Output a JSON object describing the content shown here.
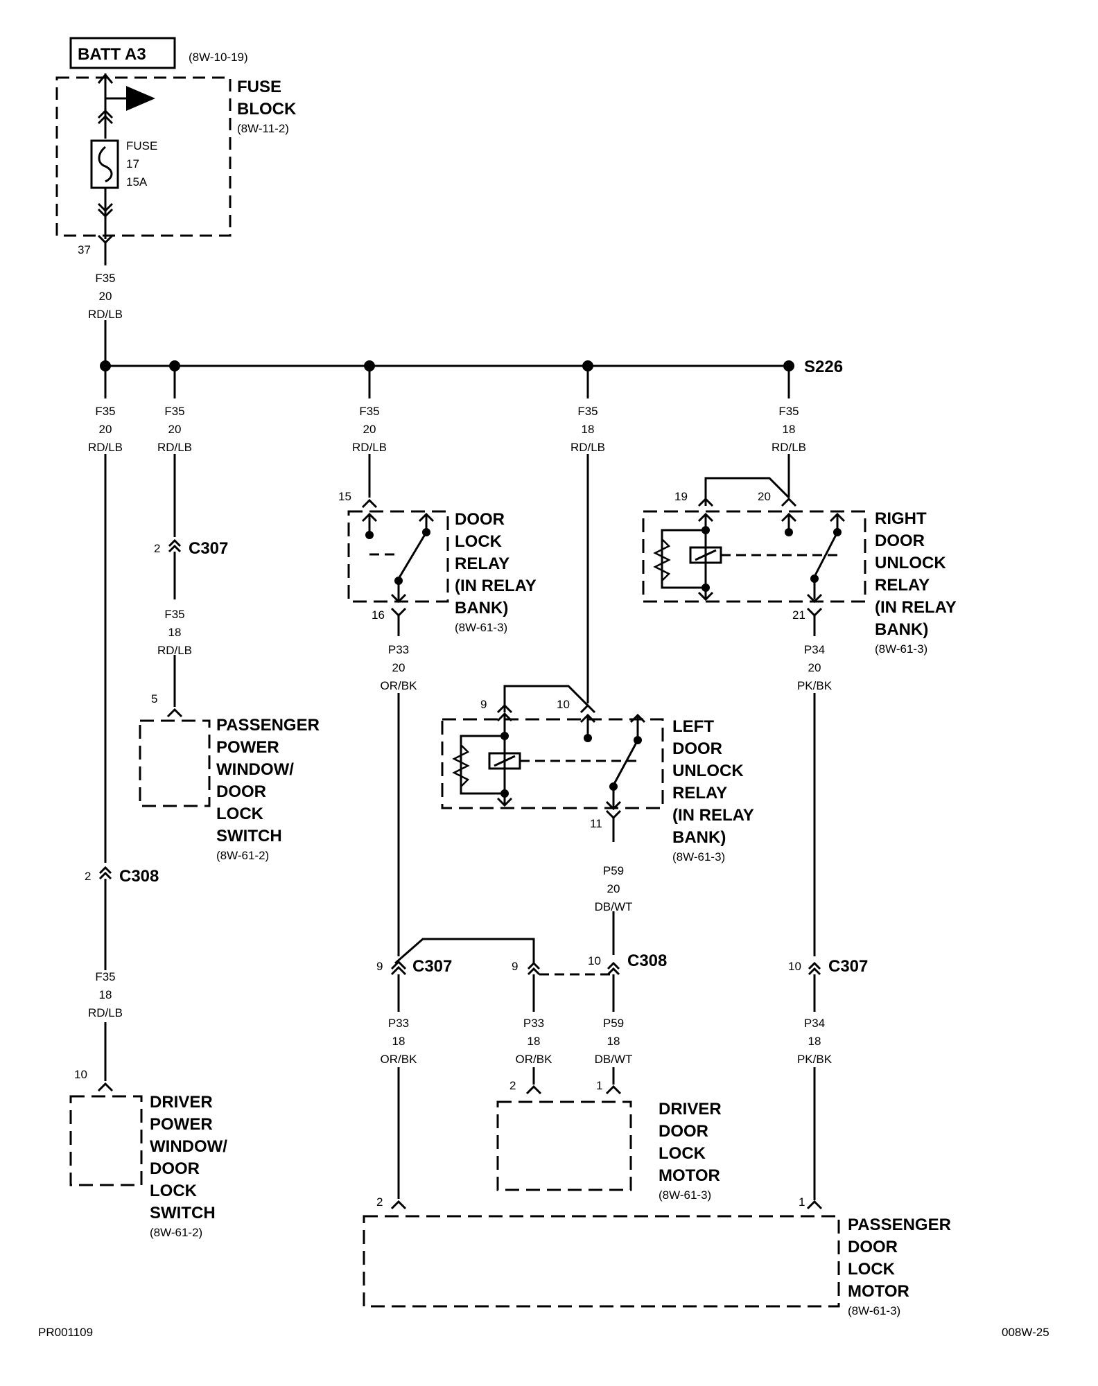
{
  "battery": {
    "label": "BATT A3",
    "ref": "(8W-10-19)"
  },
  "fuse_block": {
    "title_lines": [
      "FUSE",
      "BLOCK"
    ],
    "ref": "(8W-11-2)",
    "fuse_lines": [
      "FUSE",
      "17",
      "15A"
    ],
    "out_pin": "37"
  },
  "splice": {
    "label": "S226"
  },
  "wires": {
    "feed": [
      "F35",
      "20",
      "RD/LB"
    ],
    "b1": [
      "F35",
      "20",
      "RD/LB"
    ],
    "b2": [
      "F35",
      "20",
      "RD/LB"
    ],
    "b3": [
      "F35",
      "20",
      "RD/LB"
    ],
    "b4": [
      "F35",
      "18",
      "RD/LB"
    ],
    "b5": [
      "F35",
      "18",
      "RD/LB"
    ],
    "pass_sw": [
      "F35",
      "18",
      "RD/LB"
    ],
    "drv_sw": [
      "F35",
      "18",
      "RD/LB"
    ],
    "p33_a": [
      "P33",
      "20",
      "OR/BK"
    ],
    "p34_a": [
      "P34",
      "20",
      "PK/BK"
    ],
    "p59_a": [
      "P59",
      "20",
      "DB/WT"
    ],
    "p33_b": [
      "P33",
      "18",
      "OR/BK"
    ],
    "p33_c": [
      "P33",
      "18",
      "OR/BK"
    ],
    "p59_b": [
      "P59",
      "18",
      "DB/WT"
    ],
    "p34_b": [
      "P34",
      "18",
      "PK/BK"
    ]
  },
  "connectors": {
    "c307_a": {
      "name": "C307",
      "pin": "2"
    },
    "c308_a": {
      "name": "C308",
      "pin": "2"
    },
    "c307_b": {
      "name": "C307",
      "pin_left": "9",
      "pin_right": "9"
    },
    "c308_b": {
      "name": "C308",
      "pin": "10"
    },
    "c307_c": {
      "name": "C307",
      "pin": "10"
    }
  },
  "door_lock_relay": {
    "title_lines": [
      "DOOR",
      "LOCK",
      "RELAY",
      "(IN RELAY",
      "BANK)"
    ],
    "ref": "(8W-61-3)",
    "pin_in": "15",
    "pin_out": "16"
  },
  "right_unlock_relay": {
    "title_lines": [
      "RIGHT",
      "DOOR",
      "UNLOCK",
      "RELAY",
      "(IN RELAY",
      "BANK)"
    ],
    "ref": "(8W-61-3)",
    "pin_coil": "19",
    "pin_in": "20",
    "pin_out": "21"
  },
  "left_unlock_relay": {
    "title_lines": [
      "LEFT",
      "DOOR",
      "UNLOCK",
      "RELAY",
      "(IN RELAY",
      "BANK)"
    ],
    "ref": "(8W-61-3)",
    "pin_coil": "9",
    "pin_in": "10",
    "pin_out": "11"
  },
  "pass_switch": {
    "title_lines": [
      "PASSENGER",
      "POWER",
      "WINDOW/",
      "DOOR",
      "LOCK",
      "SWITCH"
    ],
    "ref": "(8W-61-2)",
    "pin": "5"
  },
  "drv_switch": {
    "title_lines": [
      "DRIVER",
      "POWER",
      "WINDOW/",
      "DOOR",
      "LOCK",
      "SWITCH"
    ],
    "ref": "(8W-61-2)",
    "pin": "10"
  },
  "drv_motor": {
    "title_lines": [
      "DRIVER",
      "DOOR",
      "LOCK",
      "MOTOR"
    ],
    "ref": "(8W-61-3)",
    "pin_a": "2",
    "pin_b": "1"
  },
  "pass_motor": {
    "title_lines": [
      "PASSENGER",
      "DOOR",
      "LOCK",
      "MOTOR"
    ],
    "ref": "(8W-61-3)",
    "pin_a": "2",
    "pin_b": "1"
  },
  "footer": {
    "left": "PR001109",
    "right": "008W-25"
  }
}
